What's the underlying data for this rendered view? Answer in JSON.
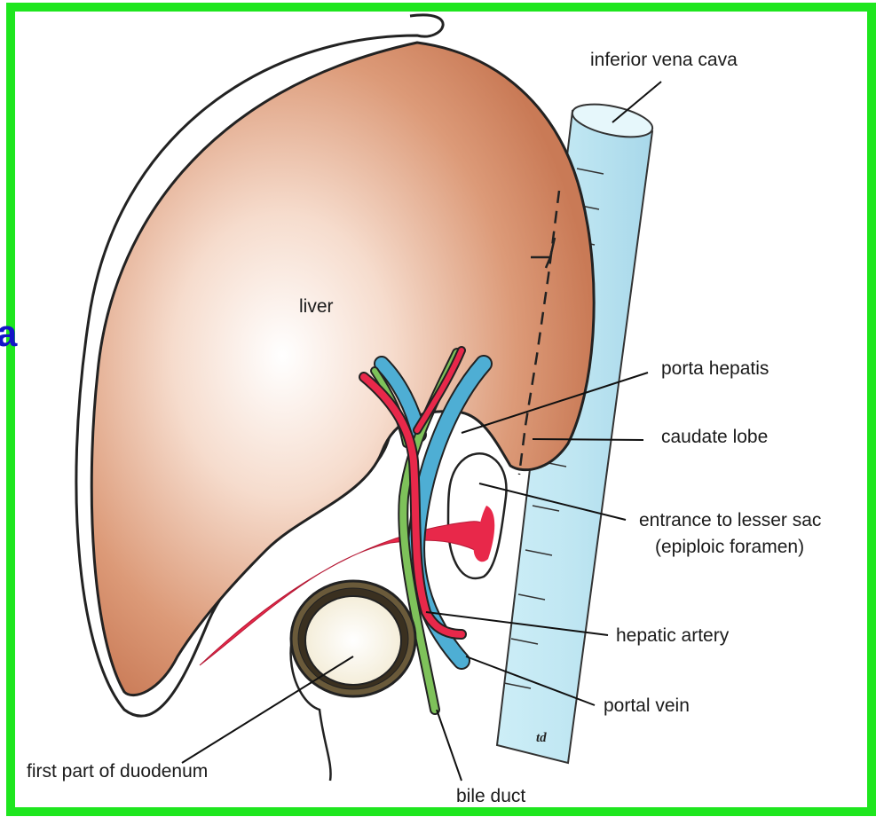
{
  "labels": {
    "inferior_vena_cava": "inferior vena cava",
    "liver": "liver",
    "porta_hepatis": "porta hepatis",
    "caudate_lobe": "caudate lobe",
    "entrance_line1": "entrance to lesser sac",
    "entrance_line2": "(epiploic foramen)",
    "hepatic_artery": "hepatic artery",
    "portal_vein": "portal vein",
    "first_part_duodenum": "first part of duodenum",
    "bile_duct": "bile duct"
  },
  "edge_text": "a",
  "signature": "td",
  "colors": {
    "frame": "#1ee61e",
    "liver": "#d9906e",
    "vena_cava": "#bfe6f2",
    "portal_vein": "#4eaed4",
    "hepatic_artery": "#e8284a",
    "bile_duct": "#7ec25a",
    "edge_text": "#1414c8"
  }
}
